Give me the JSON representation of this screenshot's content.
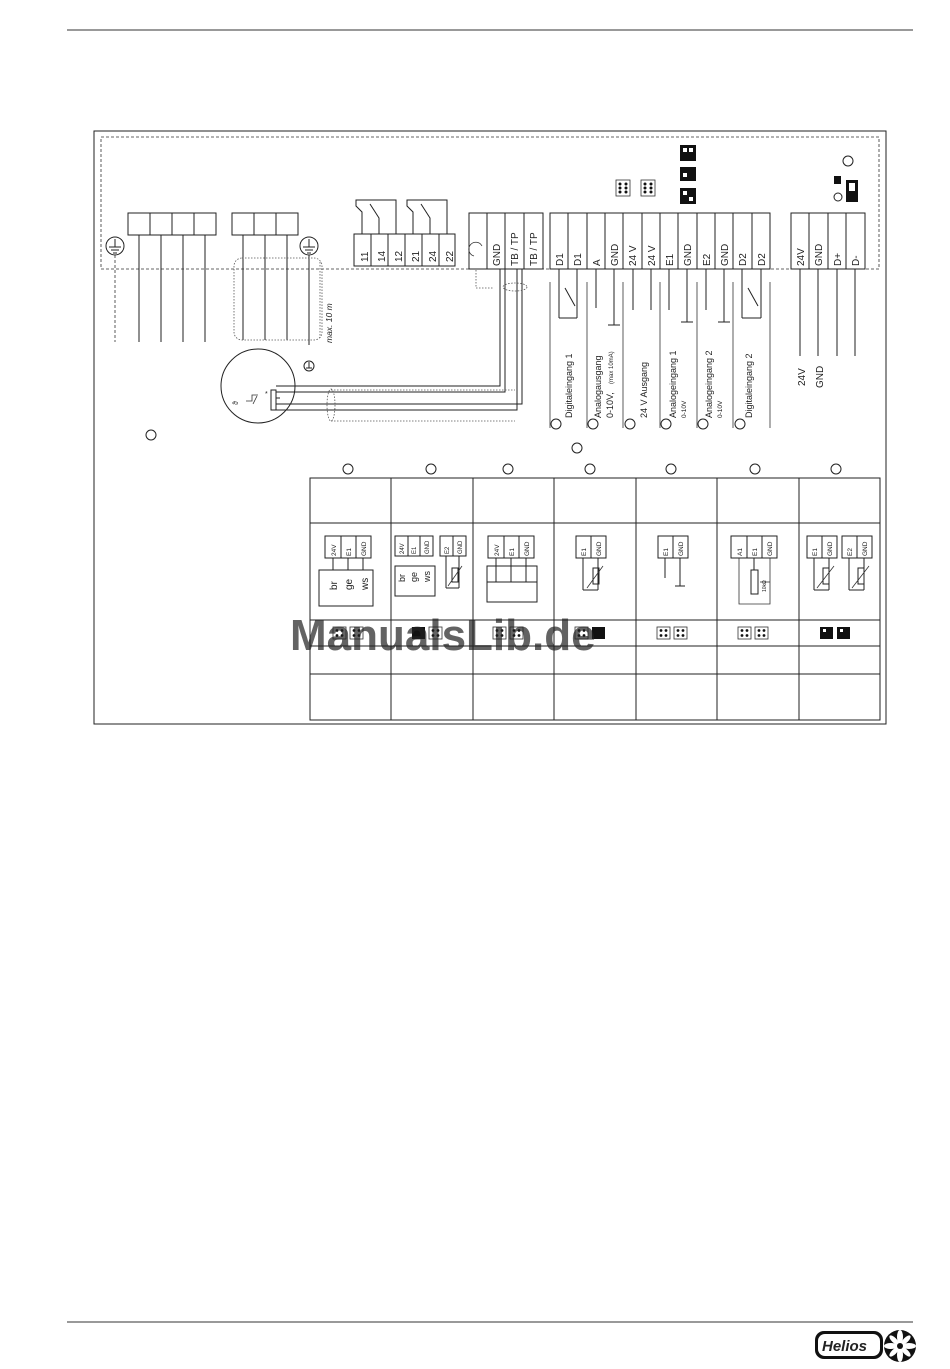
{
  "colors": {
    "line": "#222222",
    "watermark": "#9fc0ef",
    "page": "#ffffff"
  },
  "terminals": {
    "relay1": [
      "11",
      "14",
      "12"
    ],
    "relay2": [
      "21",
      "24",
      "22"
    ],
    "bus": [
      "GND",
      "TB / TP",
      "TB / TP"
    ],
    "io": [
      "D1",
      "D1",
      "A",
      "GND",
      "24  V",
      "24  V",
      "E1",
      "GND",
      "E2",
      "GND",
      "D2",
      "D2"
    ],
    "modbus": [
      "24V",
      "GND",
      "D+",
      "D-"
    ]
  },
  "cable_note": "max. 10 m",
  "function_labels": [
    {
      "main": "Digitaleingang 1",
      "sub": ""
    },
    {
      "main": "Analogausgang",
      "sub": "0-10V,",
      "small": "(max 10mA)"
    },
    {
      "main": "24 V Ausgang",
      "sub": ""
    },
    {
      "main": "Analogeingang 1",
      "sub": "0-10V"
    },
    {
      "main": "Analogeingang 2",
      "sub": "0-10V"
    },
    {
      "main": "Digitaleingang 2",
      "sub": ""
    }
  ],
  "modbus_labels": [
    "24V",
    "GND"
  ],
  "sensor_panels": [
    {
      "pins": [
        "24V",
        "E1",
        "GND"
      ],
      "wires": [
        "br",
        "ge",
        "ws"
      ]
    },
    {
      "pins": [
        "24V",
        "E1",
        "GND",
        "E2",
        "GND"
      ],
      "wires": [
        "br",
        "ge",
        "ws"
      ]
    },
    {
      "pins": [
        "24V",
        "E1",
        "GND"
      ],
      "wires": []
    },
    {
      "pins": [
        "E1",
        "GND"
      ],
      "wires": []
    },
    {
      "pins": [
        "E1",
        "GND"
      ],
      "wires": []
    },
    {
      "pins": [
        "A1",
        "E1",
        "GND"
      ],
      "wires": [],
      "note": "10kΩ"
    },
    {
      "pins": [
        "E1",
        "GND",
        "E2",
        "GND"
      ],
      "wires": []
    }
  ],
  "watermark": "ManualsLib.de",
  "logo": "Helios"
}
